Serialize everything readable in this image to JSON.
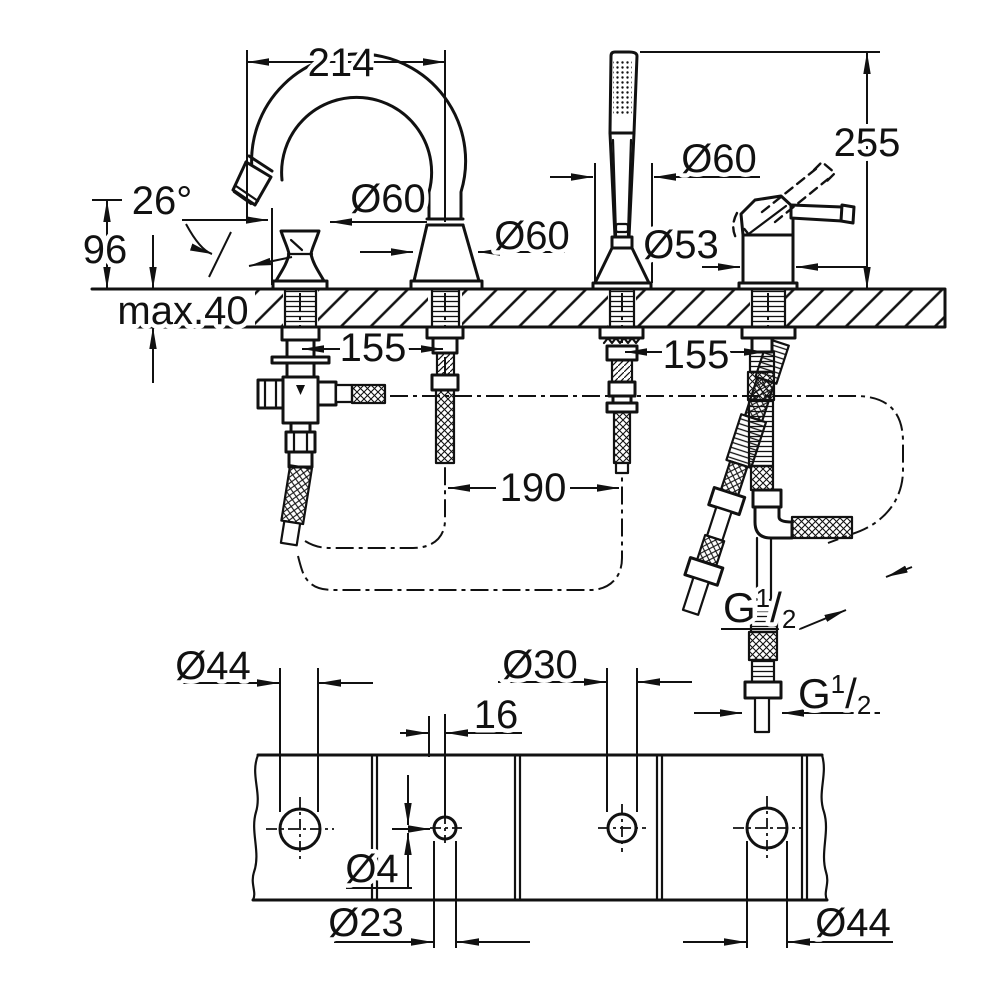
{
  "drawing": {
    "title": "bath-mixer-installation-drawing",
    "dims": {
      "spout_reach": "214",
      "total_height": "255",
      "spout_angle": "26°",
      "spout_height": "96",
      "deck_thickness": "max.40",
      "dia_handle": "Ø60",
      "dia_spout_base": "Ø60",
      "dia_shower_base": "Ø60",
      "dia_lever_base": "Ø53",
      "cc_left": "155",
      "cc_right": "155",
      "cc_middle": "190",
      "thread_upper": {
        "g": "G",
        "sup": "1",
        "slash": "/",
        "sub": "2"
      },
      "thread_lower": {
        "g": "G",
        "sup": "1",
        "slash": "/",
        "sub": "2"
      }
    },
    "plan": {
      "dia_hole1": "Ø44",
      "dia_hole3": "Ø30",
      "pilot_offset": "16",
      "dia_pilot": "Ø4",
      "dia_hole2": "Ø23",
      "dia_hole4": "Ø44"
    }
  }
}
